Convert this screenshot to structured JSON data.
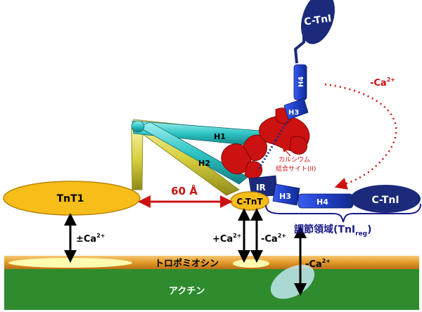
{
  "labels": {
    "c_tni_top": "C-TnI",
    "h4_top": "H4",
    "h3_top": "H3",
    "h1": "H1",
    "h2": "H2",
    "ir": "IR",
    "h3_low": "H3",
    "h4_low": "H4",
    "c_tni_right": "C-TnI",
    "ca_minus_top": "-Ca",
    "calcium_site_line1": "カルシウム",
    "calcium_site_line2": "結合サイト(II)",
    "tnt1": "TnT1",
    "distance": "60 Å",
    "c_tnt": "C-TnT",
    "regulatory_domain": "調節領域(TnI",
    "regulatory_domain_sub": "reg",
    "regulatory_domain_close": ")",
    "pm_ca_prefix": "±Ca",
    "plus_ca": "+Ca",
    "minus_ca_center": "-Ca",
    "minus_ca_bottom": "-Ca",
    "superscript": "2+",
    "tropomyosin": "トロポミオシン",
    "actin": "アクチン"
  },
  "colors": {
    "navy_domain": "#1b2a7a",
    "helix_blue": "#1f3fc8",
    "cyan_helix": "#2ec4c4",
    "yellow_helix": "#d8d040",
    "red_protein": "#cc1111",
    "tnt_fill": "#f7be1a",
    "tropomyosin_band": "#e39a25",
    "actin_green": "#2e8b2e",
    "bracket_navy": "#1b1b8a"
  }
}
